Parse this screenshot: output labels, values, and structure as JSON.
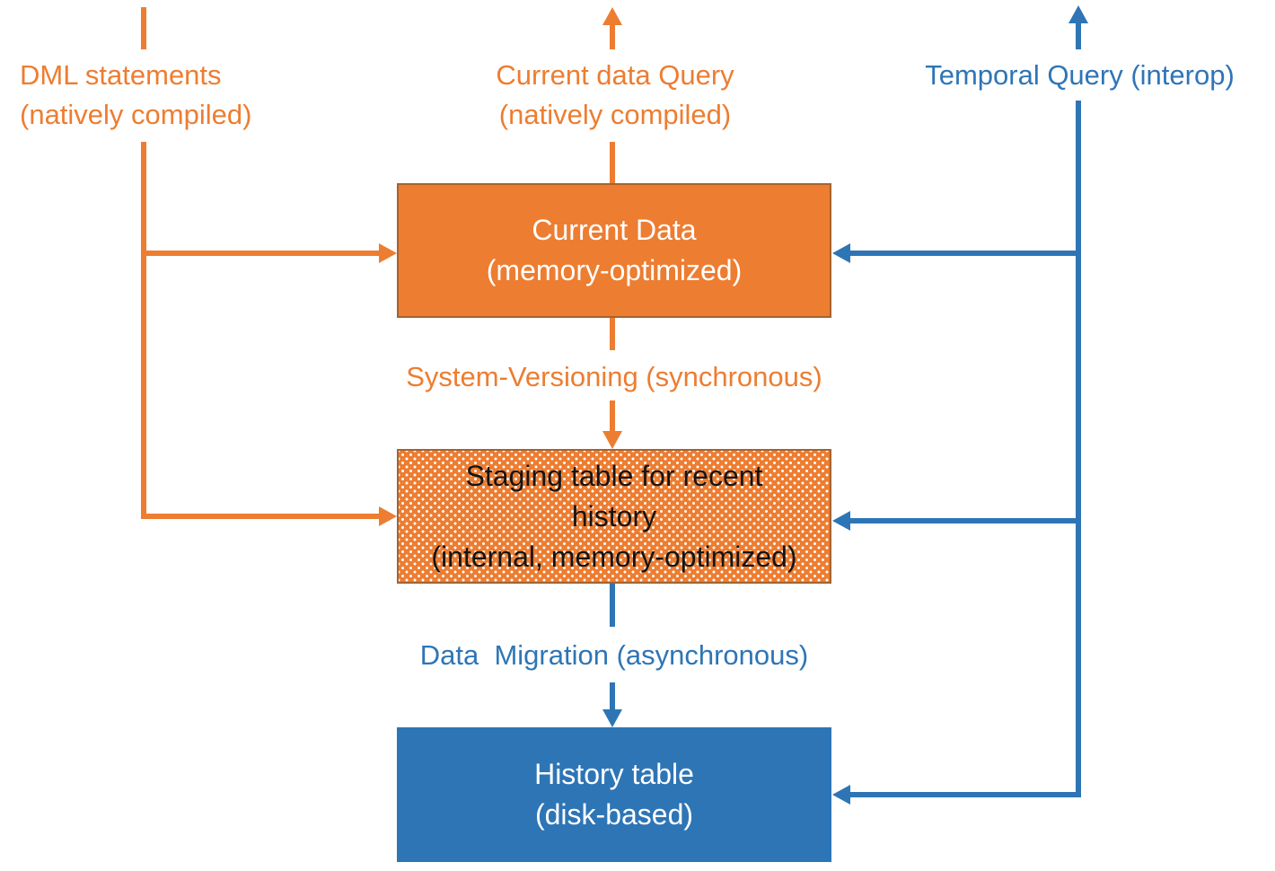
{
  "diagram": {
    "labels": {
      "dml": "DML statements\n(natively compiled)",
      "current_query": "Current data Query\n(natively compiled)",
      "temporal_query": "Temporal Query (interop)",
      "system_versioning": "System-Versioning (synchronous)",
      "data_migration": "Data  Migration (asynchronous)"
    },
    "nodes": {
      "current_data": {
        "label": "Current Data\n(memory-optimized)",
        "style": "solid-orange"
      },
      "staging": {
        "label": "Staging table for recent\nhistory\n(internal, memory-optimized)",
        "style": "dotted-orange"
      },
      "history": {
        "label": "History table\n(disk-based)",
        "style": "solid-blue"
      }
    },
    "edges": [
      {
        "from": "dml-statements",
        "to": "current-data",
        "color": "orange"
      },
      {
        "from": "dml-statements",
        "to": "staging-table",
        "color": "orange"
      },
      {
        "from": "current-data",
        "to": "current-data-query",
        "color": "orange",
        "direction": "up"
      },
      {
        "from": "current-data",
        "to": "staging-table",
        "color": "orange",
        "via": "system-versioning"
      },
      {
        "from": "staging-table",
        "to": "history-table",
        "color": "blue",
        "via": "data-migration"
      },
      {
        "from": "temporal-query",
        "to": "current-data",
        "color": "blue"
      },
      {
        "from": "temporal-query",
        "to": "staging-table",
        "color": "blue"
      },
      {
        "from": "temporal-query",
        "to": "history-table",
        "color": "blue"
      }
    ],
    "colors": {
      "orange": "#ED7D31",
      "orange_border": "#A6632F",
      "blue": "#2E75B6",
      "light_text": "#FFFFFF",
      "dark_text": "#141414"
    }
  }
}
